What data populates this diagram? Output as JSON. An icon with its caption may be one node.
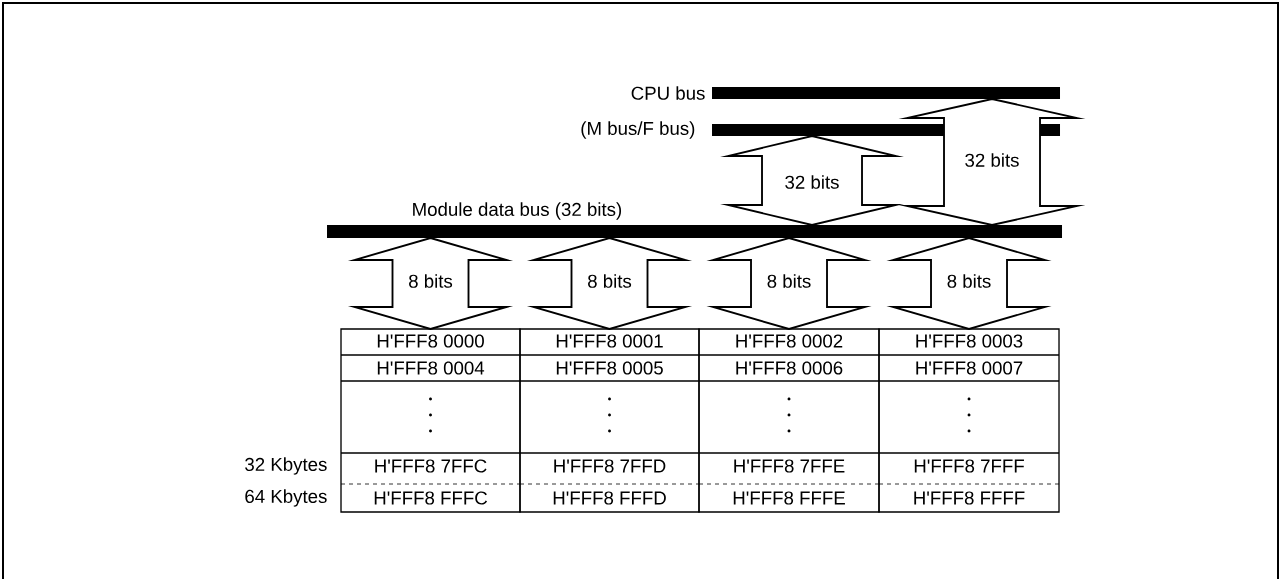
{
  "diagram": {
    "nodes": [
      {
        "text": [],
        "shape": "bar",
        "beside": [
          "CPU bus"
        ]
      },
      {
        "text": [],
        "shape": "bar",
        "beside": [
          "(M bus/F bus)"
        ]
      },
      {
        "text": [],
        "shape": "bar",
        "beside": [
          "Module data bus (32 bits)"
        ]
      },
      {
        "text": [
          "H'FFF8 0000",
          "H'FFF8 0004",
          "H'FFF8 7FFC",
          "H'FFF8 FFFC"
        ]
      },
      {
        "text": [
          "H'FFF8 0001",
          "H'FFF8 0005",
          "H'FFF8 7FFD",
          "H'FFF8 FFFD"
        ]
      },
      {
        "text": [
          "H'FFF8 0002",
          "H'FFF8 0006",
          "H'FFF8 7FFE",
          "H'FFF8 FFFE"
        ]
      },
      {
        "text": [
          "H'FFF8 0003",
          "H'FFF8 0007",
          "H'FFF8 7FFF",
          "H'FFF8 FFFF"
        ]
      }
    ],
    "edges": [
      {
        "from": 1,
        "to": 2,
        "arrow": "both",
        "label": "32 bits"
      },
      {
        "from": 0,
        "to": 2,
        "arrow": "both",
        "label": "32 bits"
      },
      {
        "from": 2,
        "to": 3,
        "arrow": "both",
        "label": "8 bits"
      },
      {
        "from": 2,
        "to": 4,
        "arrow": "both",
        "label": "8 bits"
      },
      {
        "from": 2,
        "to": 5,
        "arrow": "both",
        "label": "8 bits"
      },
      {
        "from": 2,
        "to": 6,
        "arrow": "both",
        "label": "8 bits"
      }
    ],
    "labels": [
      "32 Kbytes",
      "64 Kbytes"
    ]
  }
}
